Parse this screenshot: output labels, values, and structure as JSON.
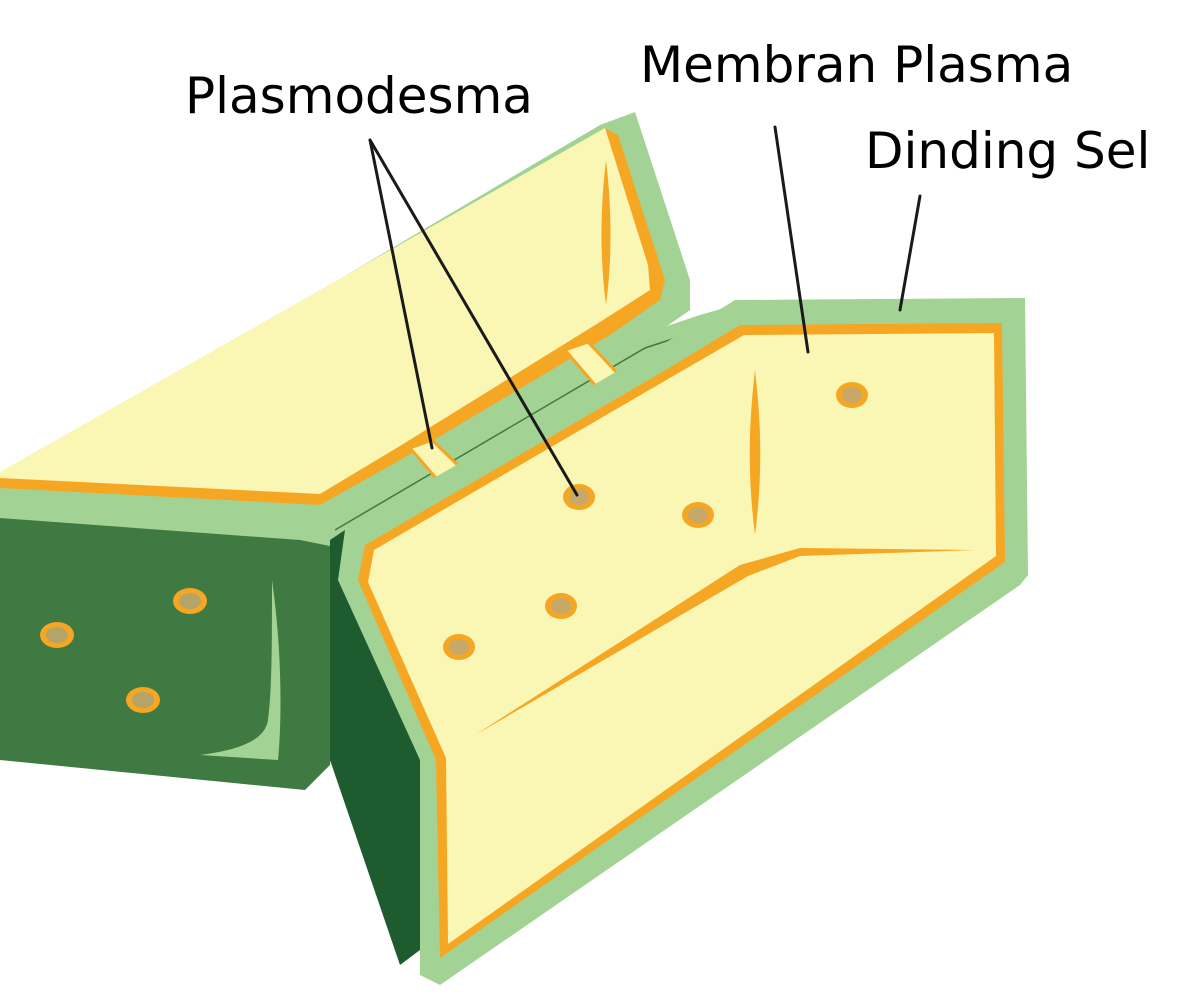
{
  "labels": {
    "plasmodesma": "Plasmodesma",
    "plasma_membrane": "Membran Plasma",
    "cell_wall": "Dinding Sel"
  },
  "colors": {
    "cell_wall_light": "#a3d394",
    "cell_wall_dark": "#3f7a42",
    "cell_wall_darker": "#1e5b2e",
    "membrane": "#f5a623",
    "cytoplasm": "#faf6b4",
    "pore_fill": "#c8a868",
    "label_text": "#000000"
  }
}
